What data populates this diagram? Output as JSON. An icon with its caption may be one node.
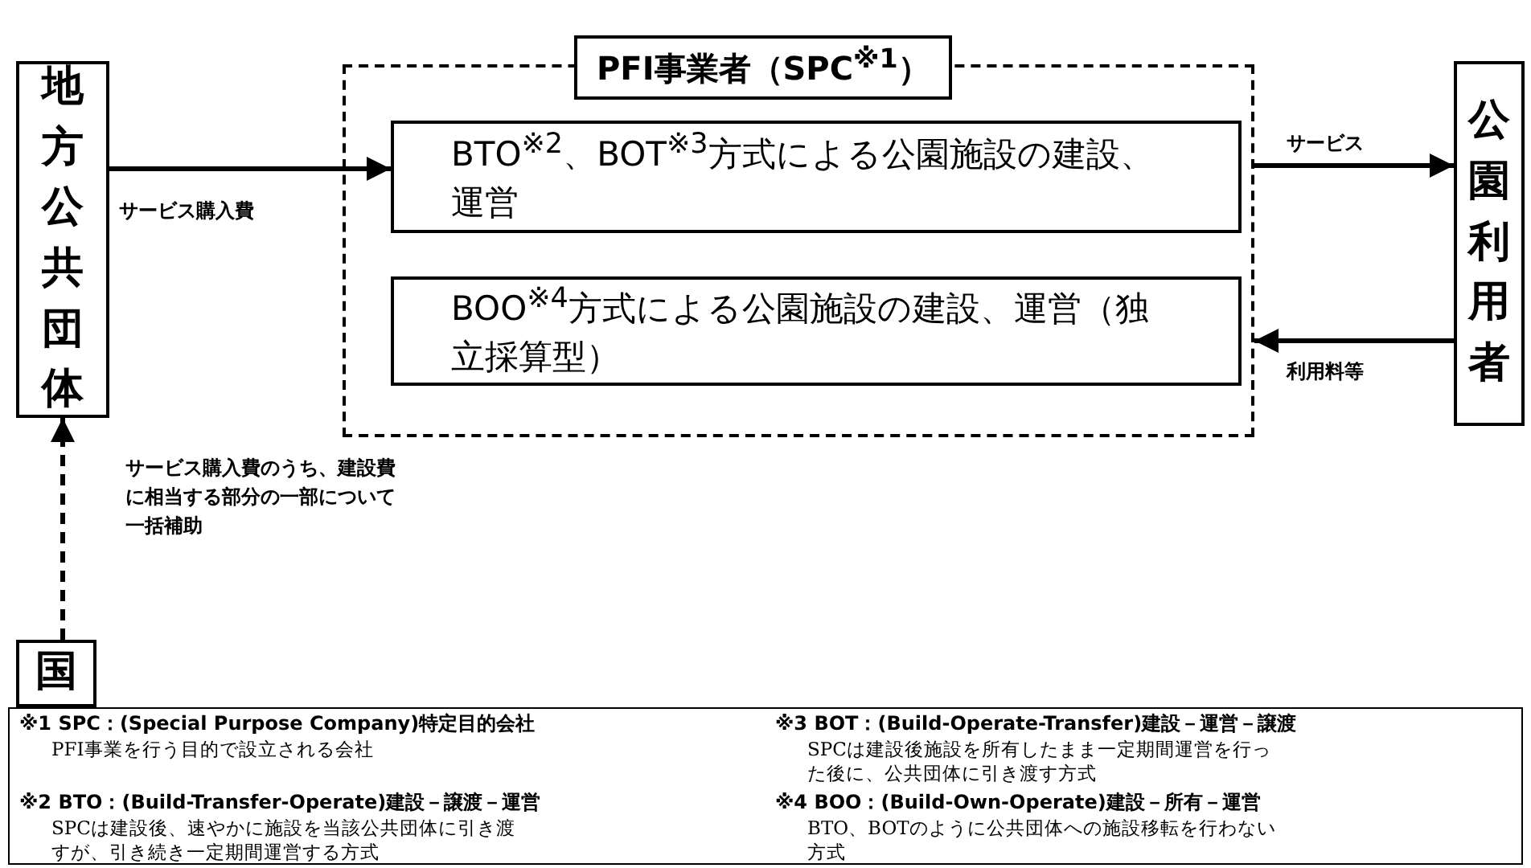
{
  "diagram": {
    "nodes": [
      {
        "text": [
          "地方公共団体"
        ]
      },
      {
        "text": [
          "PFI事業者（SPC$^{※1}$）"
        ]
      },
      {
        "text": [
          "BTO$^{※2}$、BOT$^{※3}$方式による公園施設の建設、運営"
        ],
        "in": 1
      },
      {
        "text": [
          "BOO$^{※4}$方式による公園施設の建設、運営（独立採算型）"
        ],
        "in": 1
      },
      {
        "text": [
          "公園利用者"
        ]
      },
      {
        "text": [
          "国"
        ]
      }
    ],
    "edges": [
      {
        "from": 0,
        "to": 2,
        "arrow": "to",
        "label": "サービス購入費"
      },
      {
        "from": 1,
        "to": 4,
        "arrow": "to",
        "label": "サービス"
      },
      {
        "from": 4,
        "to": 1,
        "arrow": "to",
        "label": "利用料等"
      },
      {
        "from": 5,
        "to": 0,
        "arrow": "to",
        "style": "dashed",
        "label": "サービス購入費のうち、建設費に相当する部分の一部について一括補助"
      }
    ],
    "labels": [
      "※1 SPC：(Special Purpose Company)特定目的会社",
      "PFI事業を行う目的で設立される会社",
      "※3 BOT：(Build-Operate-Transfer)建設－運営－譲渡",
      "SPCは建設後施設を所有したまま一定期間運営を行った後に、公共団体に引き渡す方式",
      "※2 BTO：(Build-Transfer-Operate)建設－譲渡－運営",
      "SPCは建設後、速やかに施設を当該公共団体に引き渡すが、引き続き一定期間運営する方式",
      "※4 BOO：(Build-Own-Operate)建設－所有－運営",
      "BTO、BOTのように公共団体への施設移転を行わない方式"
    ]
  }
}
